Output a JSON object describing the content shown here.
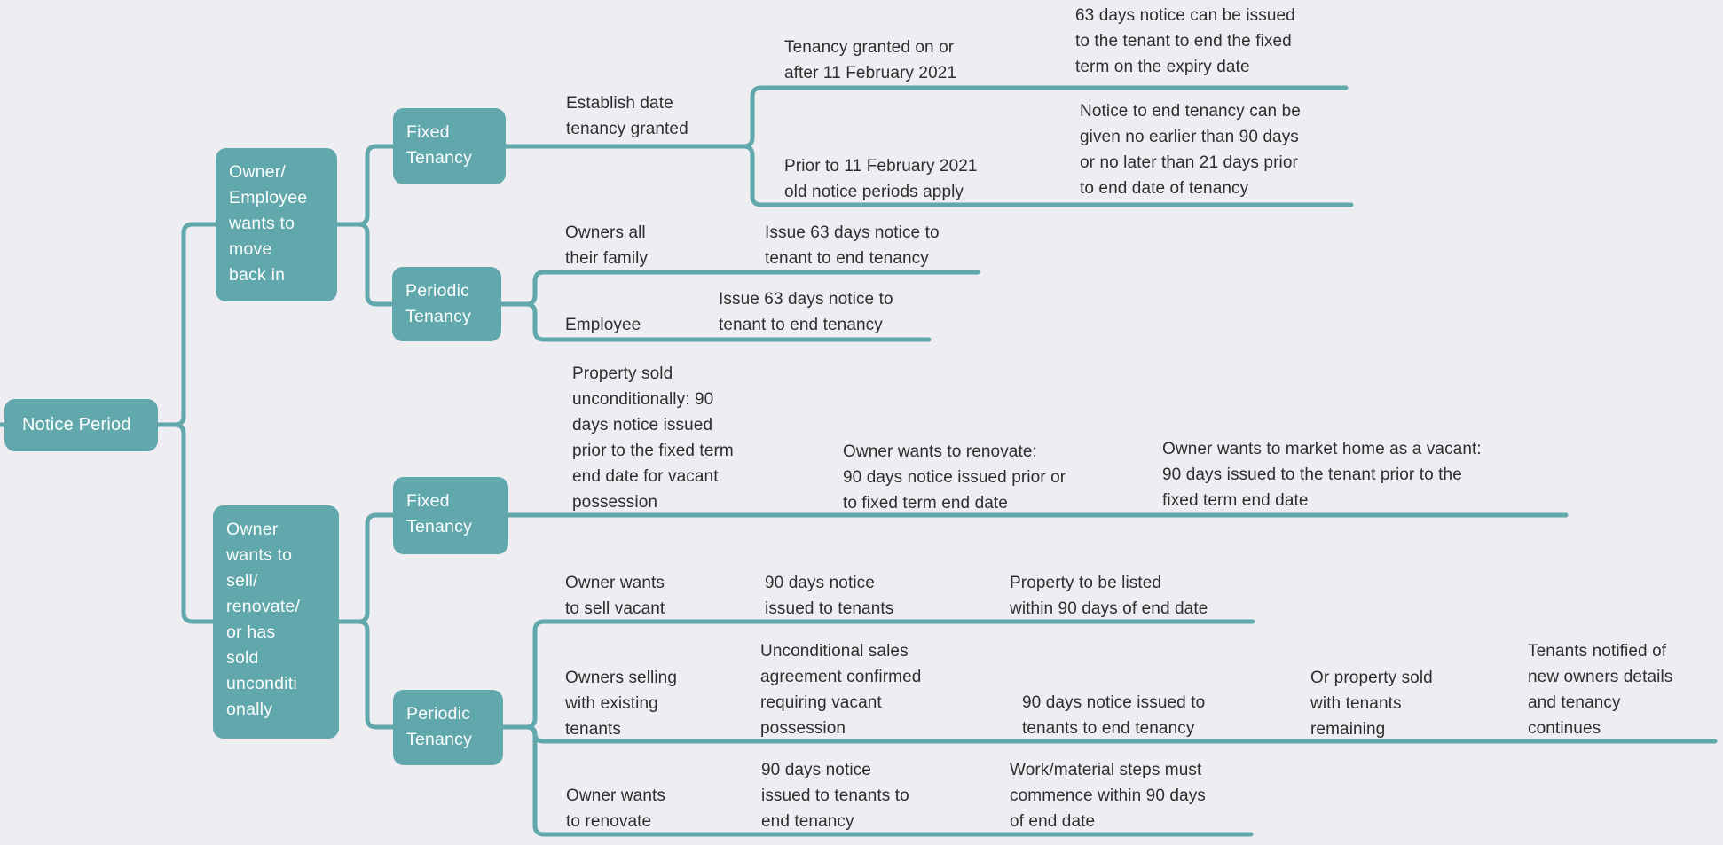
{
  "colors": {
    "background": "#EDEDF2",
    "node_fill": "#60A8AB",
    "connector": "#60A8AB",
    "node_text": "#FAFCFC",
    "topic_text": "#2E2E2E"
  },
  "map": {
    "root": {
      "label": "Notice Period"
    },
    "move_back": {
      "label": "Owner/\nEmployee\nwants to\nmove\nback in",
      "fixed": {
        "label": "Fixed\nTenancy",
        "establish": {
          "label": "Establish date\ntenancy granted",
          "after_feb": {
            "label": "Tenancy granted on or\nafter 11 February 2021",
            "next": {
              "label": "63 days notice can be issued\nto the tenant to end the fixed\nterm on the expiry date"
            }
          },
          "prior_feb": {
            "label": "Prior to 11 February 2021\nold notice periods apply",
            "next": {
              "label": "Notice to end tenancy can be\ngiven no earlier than 90 days\nor no later than 21 days prior\nto end date of tenancy"
            }
          }
        }
      },
      "periodic": {
        "label": "Periodic\nTenancy",
        "owners_family": {
          "label": "Owners all\ntheir family",
          "next": {
            "label": "Issue 63 days notice to\ntenant to end tenancy"
          }
        },
        "employee": {
          "label": "Employee",
          "next": {
            "label": "Issue 63 days notice to\ntenant to end tenancy"
          }
        }
      }
    },
    "sell": {
      "label": "Owner\nwants to\nsell/\nrenovate/\nor has\nsold\nunconditi\nonally",
      "fixed": {
        "label": "Fixed\nTenancy",
        "sold_unconditionally": {
          "label": "Property sold\nunconditionally: 90\ndays notice issued\nprior to the fixed term\nend date for vacant\npossession",
          "next": {
            "label": "Owner wants to renovate:\n90 days notice issued prior or\nto fixed term end date",
            "next": {
              "label": "Owner wants to market home as a vacant:\n90 days issued to the tenant prior to the\nfixed term end date"
            }
          }
        }
      },
      "periodic": {
        "label": "Periodic\nTenancy",
        "sell_vacant": {
          "label": "Owner wants\nto sell vacant",
          "next": {
            "label": "90 days notice\nissued to tenants",
            "next": {
              "label": "Property to be listed\nwithin 90 days of end date"
            }
          }
        },
        "selling_existing": {
          "label": "Owners selling\nwith existing\ntenants",
          "next": {
            "label": "Unconditional sales\nagreement confirmed\nrequiring vacant\npossession",
            "next": {
              "label": "90 days notice issued to\ntenants to end tenancy",
              "next": {
                "label": "Or property sold\nwith tenants\nremaining",
                "next": {
                  "label": "Tenants notified of\nnew owners details\nand tenancy\ncontinues"
                }
              }
            }
          }
        },
        "renovate": {
          "label": "Owner wants\nto renovate",
          "next": {
            "label": "90 days notice\nissued to tenants to\nend tenancy",
            "next": {
              "label": "Work/material steps must\ncommence within 90 days\nof end date"
            }
          }
        }
      }
    }
  }
}
